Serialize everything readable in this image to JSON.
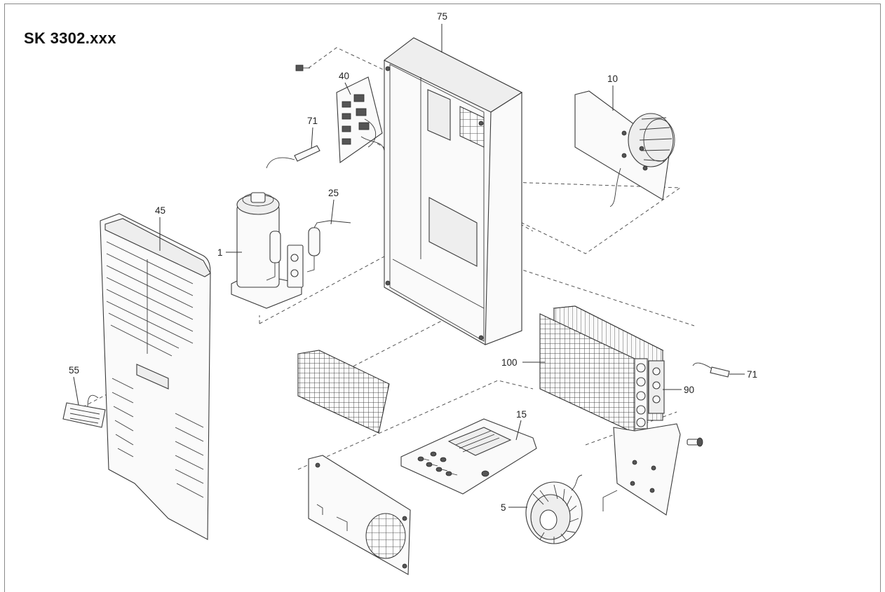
{
  "title": "SK 3302.xxx",
  "callouts": [
    {
      "id": "c75",
      "label": "75"
    },
    {
      "id": "c40",
      "label": "40"
    },
    {
      "id": "c71a",
      "label": "71"
    },
    {
      "id": "c10",
      "label": "10"
    },
    {
      "id": "c45",
      "label": "45"
    },
    {
      "id": "c25",
      "label": "25"
    },
    {
      "id": "c1",
      "label": "1"
    },
    {
      "id": "c55",
      "label": "55"
    },
    {
      "id": "c100",
      "label": "100"
    },
    {
      "id": "c71b",
      "label": "71"
    },
    {
      "id": "c90",
      "label": "90"
    },
    {
      "id": "c15",
      "label": "15"
    },
    {
      "id": "c5",
      "label": "5"
    }
  ]
}
